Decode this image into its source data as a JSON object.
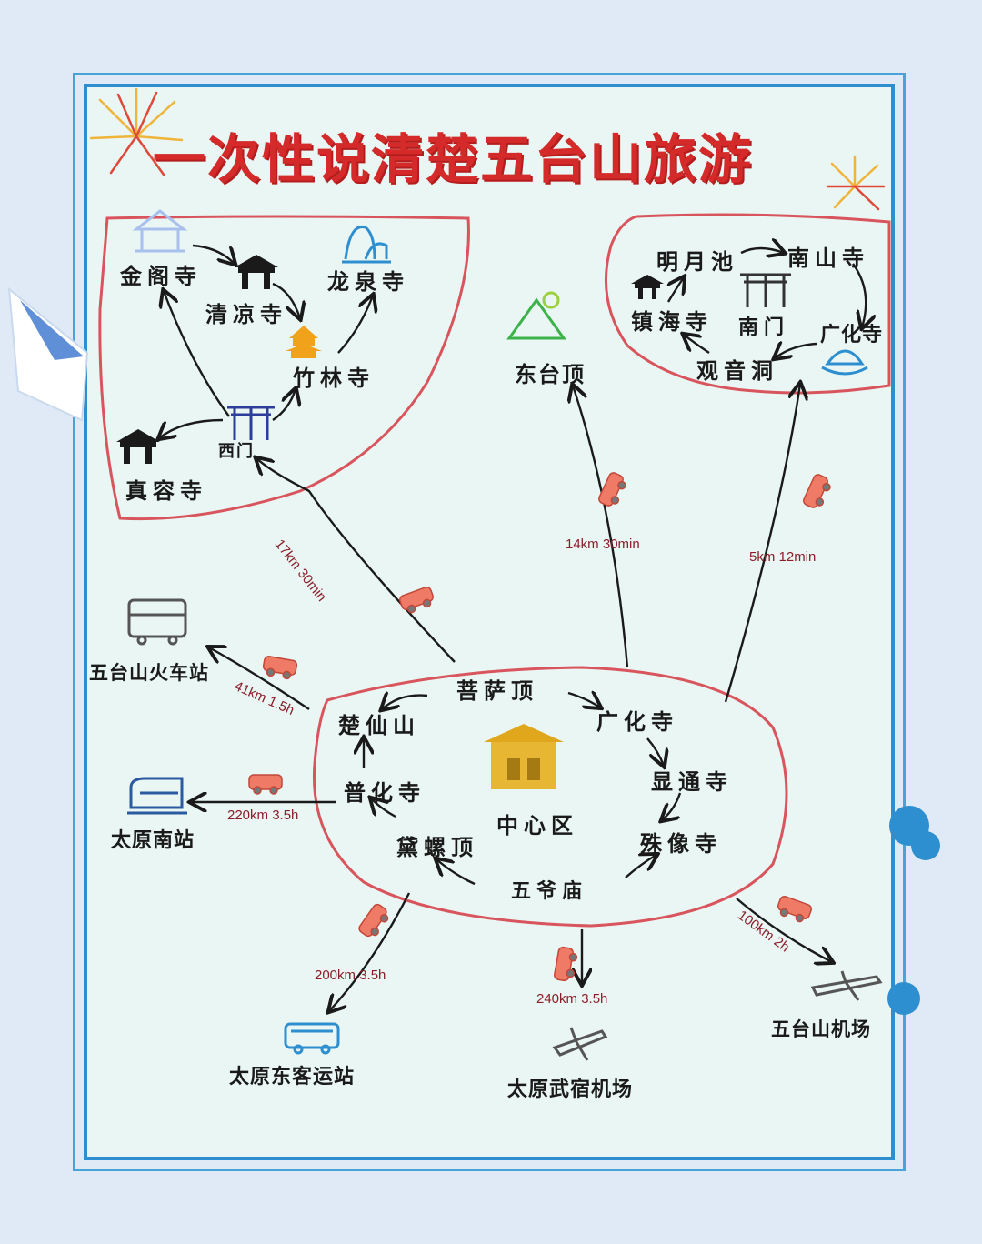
{
  "title": "一次性说清楚五台山旅游",
  "colors": {
    "region_outline": "#d9555d",
    "arrow": "#1a1a1a",
    "title": "#d42a2a",
    "distance_text": "#8b1e2a",
    "frame": "#2e8fd0"
  },
  "icons": [
    "fireworks-icon",
    "pavilion-icon",
    "temple-gate-icon",
    "mountain-spring-icon",
    "pagoda-icon",
    "west-gate-icon",
    "mountain-sun-icon",
    "south-gate-icon",
    "guanyin-cave-icon",
    "center-temple-icon",
    "train-icon",
    "high-speed-rail-icon",
    "car-icon",
    "bus-icon",
    "airplane-icon"
  ],
  "west_region": {
    "jinge": "金阁寺",
    "qingliang": "清凉寺",
    "longquan": "龙泉寺",
    "zhulin": "竹林寺",
    "ximen": "西门",
    "zhenrong": "真容寺"
  },
  "east_region": {
    "mingyuechi": "明月池",
    "nanshan": "南山寺",
    "zhenhai": "镇海寺",
    "nanmen": "南门",
    "guanghua": "广化寺",
    "guanyin": "观音洞"
  },
  "dongtai": "东台顶",
  "center_region": {
    "pusading": "菩萨顶",
    "chuxianshan": "楚仙山",
    "guanghua": "广化寺",
    "xiantong": "显通寺",
    "puhua": "普化寺",
    "center": "中心区",
    "dailuoding": "黛螺顶",
    "shuxiang": "殊像寺",
    "wuyemiao": "五爷庙"
  },
  "destinations": {
    "train_station": "五台山火车站",
    "taiyuan_south": "太原南站",
    "taiyuan_east_bus": "太原东客运站",
    "taiyuan_airport": "太原武宿机场",
    "wutaishan_airport": "五台山机场"
  },
  "distances": {
    "to_ximen": "17km 30min",
    "to_dongtai": "14km 30min",
    "to_nanmen": "5km 12min",
    "to_train": "41km 1.5h",
    "to_taiyuan_south": "220km 3.5h",
    "to_east_bus": "200km 3.5h",
    "to_wusu": "240km 3.5h",
    "to_wts_airport": "100km 2h"
  }
}
